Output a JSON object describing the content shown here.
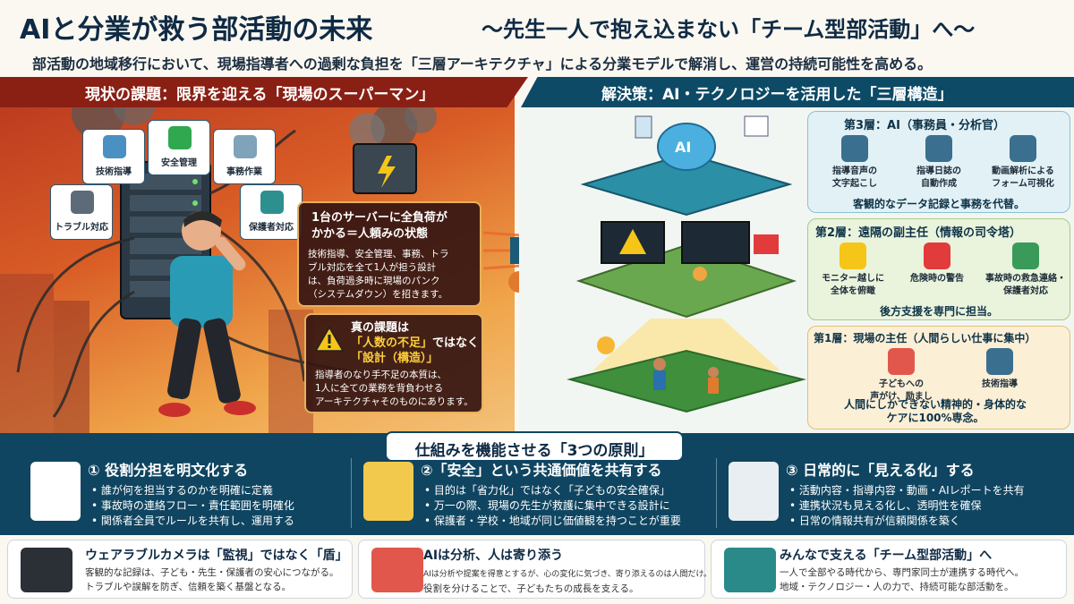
{
  "header": {
    "title": "AIと分業が救う部活動の未来",
    "title_sub": "〜先生一人で抱え込まない「チーム型部活動」へ〜",
    "subtitle": "部活動の地域移行において、現場指導者への過剰な負担を「三層アーキテクチャ」による分業モデルで解消し、運営の持続可能性を高める。"
  },
  "left": {
    "heading": "現状の課題：限界を迎える「現場のスーパーマン」",
    "tags": [
      {
        "label": "技術指導",
        "icon": "pencil-icon"
      },
      {
        "label": "安全管理",
        "icon": "shield-check-icon"
      },
      {
        "label": "事務作業",
        "icon": "document-icon"
      },
      {
        "label": "トラブル対応",
        "icon": "gear-icon"
      },
      {
        "label": "保護者対応",
        "icon": "parent-chat-icon"
      }
    ],
    "server_box": {
      "title1": "1台のサーバーに全負荷が",
      "title2": "かかる＝人頼みの状態",
      "body": [
        "技術指導、安全管理、事務、トラ",
        "ブル対応を全て1人が担う設計",
        "は、負荷過多時に現場のパンク",
        "（システムダウン）を招きます。"
      ]
    },
    "issue_box": {
      "line1": "真の課題は",
      "highlight1": "「人数の不足」",
      "line2": "ではなく",
      "highlight2": "「設計（構造）」",
      "body": [
        "指導者のなり手不足の本質は、",
        "1人に全ての業務を背負わせる",
        "アーキテクチャそのものにあります。"
      ]
    }
  },
  "right": {
    "heading": "解決策：AI・テクノロジーを活用した「三層構造」",
    "ai_label": "AI",
    "layer3": {
      "title": "第3層：AI（事務員・分析官）",
      "items": [
        {
          "label": "指導音声の\n文字起こし",
          "icon": "microphone-icon"
        },
        {
          "label": "指導日誌の\n自動作成",
          "icon": "journal-icon"
        },
        {
          "label": "動画解析による\nフォーム可視化",
          "icon": "video-camera-icon"
        }
      ],
      "note": "客観的なデータ記録と事務を代替。"
    },
    "layer2": {
      "title": "第2層：遠隔の副主任（情報の司令塔）",
      "items": [
        {
          "label": "モニター越しに\n全体を俯瞰",
          "icon": "warning-icon"
        },
        {
          "label": "危険時の警告",
          "icon": "first-aid-icon"
        },
        {
          "label": "事故時の救急連絡・\n保護者対応",
          "icon": "phone-icon"
        }
      ],
      "note": "後方支援を専門に担当。"
    },
    "layer1": {
      "title": "第1層：現場の主任（人間らしい仕事に集中）",
      "items": [
        {
          "label": "子どもへの\n声がけ、励まし",
          "icon": "heart-hands-icon"
        },
        {
          "label": "技術指導",
          "icon": "coach-icon"
        }
      ],
      "note": "人間にしかできない精神的・身体的な\nケアに100%専念。"
    }
  },
  "principles": {
    "title": "仕組みを機能させる「3つの原則」",
    "items": [
      {
        "heading": "① 役割分担を明文化する",
        "icon": "checklist-icon",
        "bullets": [
          "誰が何を担当するのかを明確に定義",
          "事故時の連絡フロー・責任範囲を明確化",
          "関係者全員でルールを共有し、運用する"
        ]
      },
      {
        "heading": "②「安全」という共通価値を共有する",
        "icon": "shield-family-icon",
        "bullets": [
          "目的は「省力化」ではなく「子どもの安全確保」",
          "万一の際、現場の先生が救護に集中できる設計に",
          "保護者・学校・地域が同じ価値観を持つことが重要"
        ]
      },
      {
        "heading": "③ 日常的に「見える化」する",
        "icon": "smartphone-icon",
        "bullets": [
          "活動内容・指導内容・動画・AIレポートを共有",
          "連携状況も見える化し、透明性を確保",
          "日常の情報共有が信頼関係を築く"
        ]
      }
    ]
  },
  "cards": [
    {
      "heading": "ウェアラブルカメラは「監視」ではなく「盾」",
      "icon": "camera-icon",
      "lines": [
        "客観的な記録は、子ども・先生・保護者の安心につながる。",
        "トラブルや誤解を防ぎ、信頼を築く基盤となる。"
      ]
    },
    {
      "heading": "AIは分析、人は寄り添う",
      "icon": "heart-family-icon",
      "lines": [
        "AIは分析や提案を得意とするが、心の変化に気づき、寄り添えるのは人間だけ。",
        "役割を分けることで、子どもたちの成長を支える。"
      ]
    },
    {
      "heading": "みんなで支える「チーム型部活動」へ",
      "icon": "team-icon",
      "lines": [
        "一人で全部やる時代から、専門家同士が連携する時代へ。",
        "地域・テクノロジー・人の力で、持続可能な部活動を。"
      ]
    }
  ]
}
